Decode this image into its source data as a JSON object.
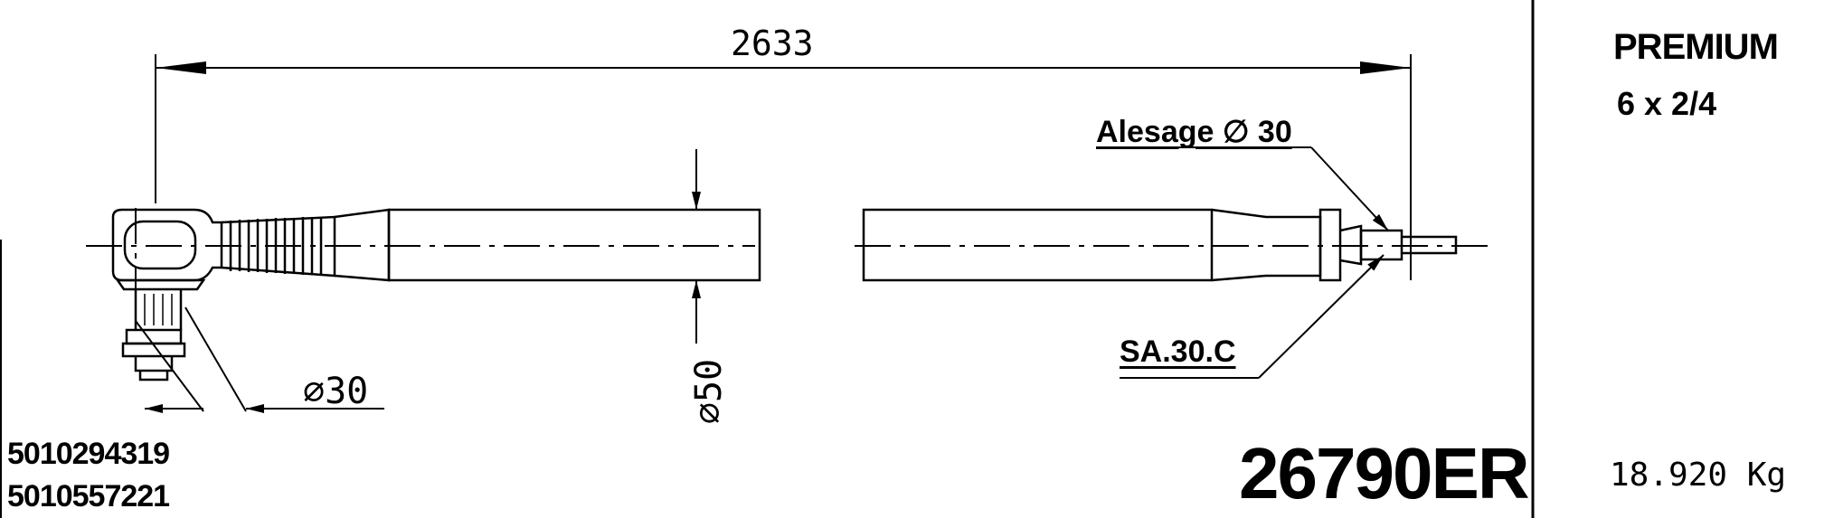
{
  "drawing": {
    "overall_length": "2633",
    "bore_label": "Alesage ∅ 30",
    "ball_diameter": "∅30",
    "tube_diameter": "∅50",
    "part_reference": "SA.30.C",
    "part_number": "26790ER",
    "oe_references": [
      "5010294319",
      "5010557221"
    ]
  },
  "sidebar": {
    "vehicle": "PREMIUM",
    "axle": "6 x 2/4",
    "weight": "18.920 Kg"
  }
}
